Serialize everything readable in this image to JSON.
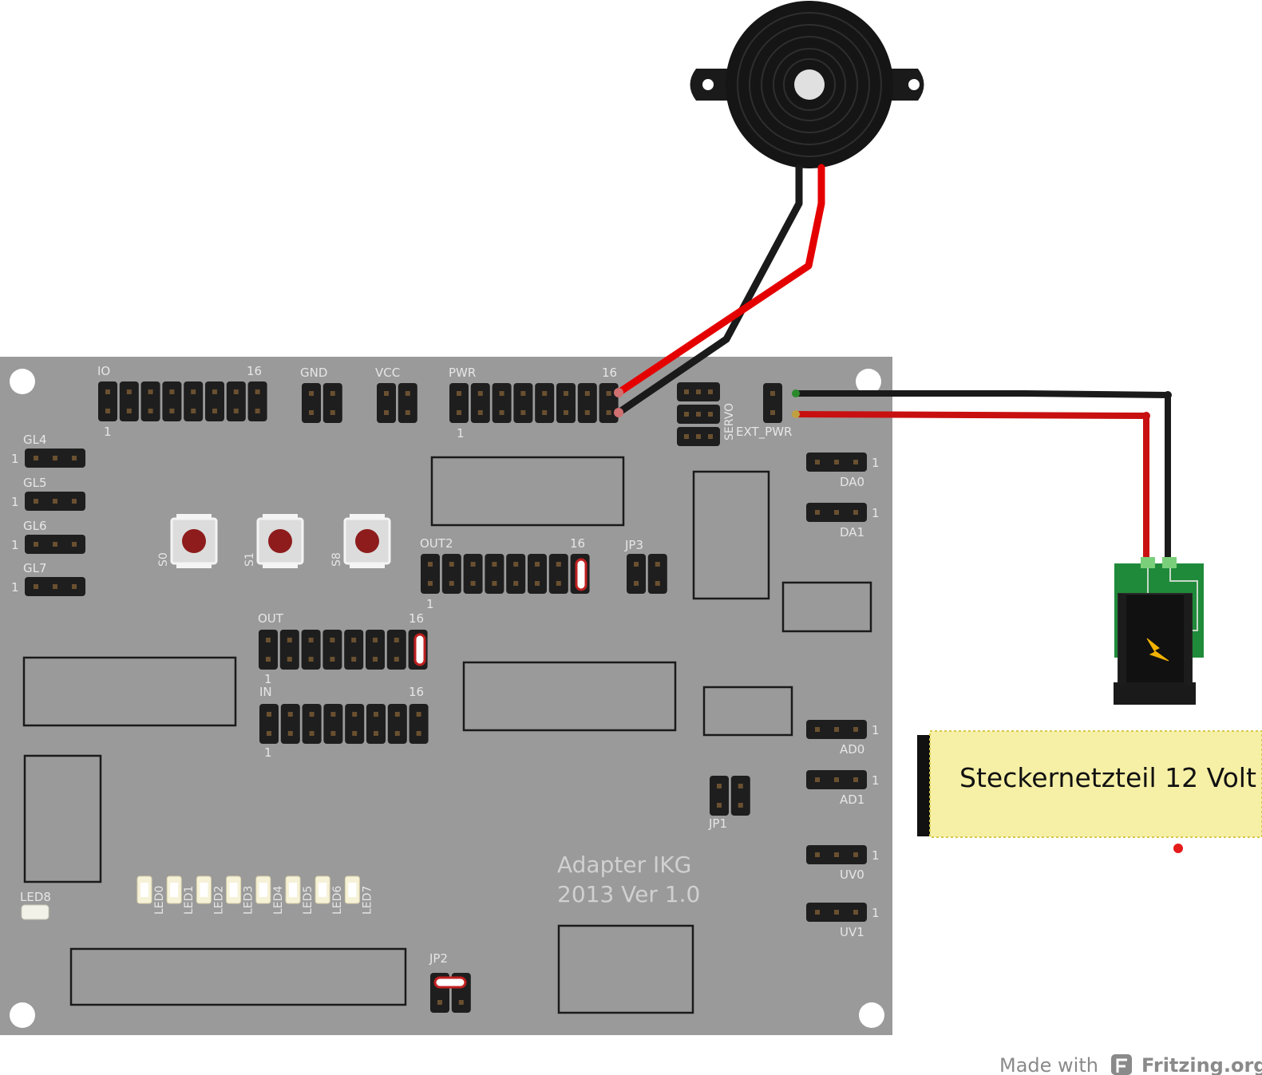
{
  "board": {
    "title_line1": "Adapter IKG",
    "title_line2": "2013 Ver 1.0",
    "headers": {
      "io": "IO",
      "io_16": "16",
      "io_1": "1",
      "gnd": "GND",
      "vcc": "VCC",
      "pwr": "PWR",
      "pwr_16": "16",
      "pwr_1": "1",
      "servo": "SERVO",
      "ext_pwr": "EXT_PWR",
      "out2": "OUT2",
      "out2_16": "16",
      "out2_1": "1",
      "jp3": "JP3",
      "out": "OUT",
      "out_16": "16",
      "out_1": "1",
      "in": "IN",
      "in_16": "16",
      "in_1": "1",
      "jp1": "JP1",
      "jp2": "JP2"
    },
    "gl": [
      {
        "label": "GL4",
        "pin1": "1"
      },
      {
        "label": "GL5",
        "pin1": "1"
      },
      {
        "label": "GL6",
        "pin1": "1"
      },
      {
        "label": "GL7",
        "pin1": "1"
      }
    ],
    "right_connectors": [
      {
        "label": "DA0",
        "pin1": "1"
      },
      {
        "label": "DA1",
        "pin1": "1"
      },
      {
        "label": "AD0",
        "pin1": "1"
      },
      {
        "label": "AD1",
        "pin1": "1"
      },
      {
        "label": "UV0",
        "pin1": "1"
      },
      {
        "label": "UV1",
        "pin1": "1"
      }
    ],
    "buttons": [
      "S0",
      "S1",
      "S8"
    ],
    "leds": [
      "LED0",
      "LED1",
      "LED2",
      "LED3",
      "LED4",
      "LED5",
      "LED6",
      "LED7"
    ],
    "led8": "LED8"
  },
  "note": {
    "text": "Steckernetzteil 12 Volt"
  },
  "footer": {
    "made_with": "Made with",
    "brand": "Fritzing.org"
  },
  "colors": {
    "board": "#9a9a9a",
    "wire_red": "#e50000",
    "wire_black": "#1a1a1a",
    "note_bg": "#f6f0a6",
    "jack_pcb": "#1f8a3a",
    "button_cap": "#8e1c1c"
  }
}
